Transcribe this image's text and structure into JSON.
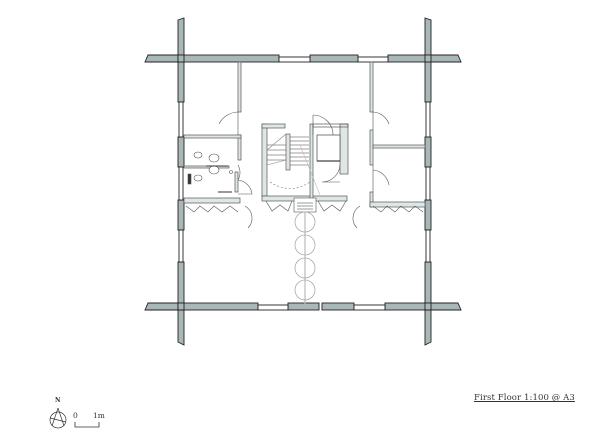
{
  "drawing": {
    "title": "First Floor 1:100 @ A3",
    "type": "architectural floor plan"
  },
  "north_arrow": {
    "label": "N"
  },
  "scale_bar": {
    "start_label": "0",
    "end_label": "1m"
  },
  "colors": {
    "wall_fill": "#a9b7b9",
    "wall_stroke": "#222222",
    "line": "#555555",
    "light_line": "#999999",
    "background": "#ffffff"
  }
}
